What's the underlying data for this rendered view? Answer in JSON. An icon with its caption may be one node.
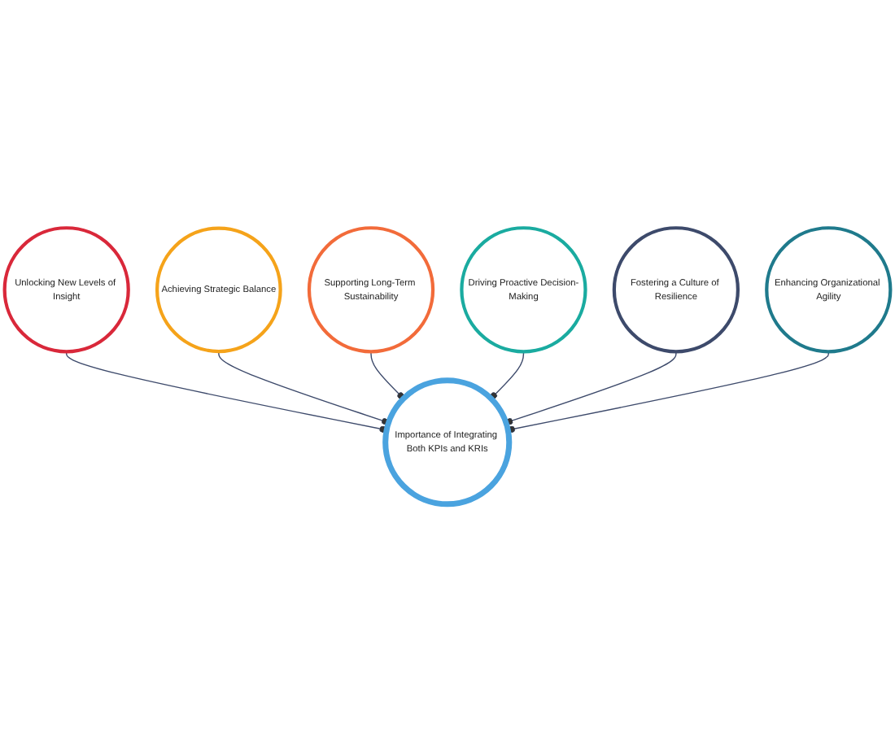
{
  "diagram": {
    "nodes": [
      {
        "text": [
          "Importance of Integrating Both KPIs and KRIs"
        ]
      },
      {
        "text": [
          "Unlocking New Levels of Insight"
        ]
      },
      {
        "text": [
          "Achieving Strategic Balance"
        ]
      },
      {
        "text": [
          "Supporting Long-Term Sustainability"
        ]
      },
      {
        "text": [
          "Driving Proactive Decision-Making"
        ]
      },
      {
        "text": [
          "Fostering a Culture of Resilience"
        ]
      },
      {
        "text": [
          "Enhancing Organizational Agility"
        ]
      }
    ],
    "edges": [
      {
        "from": 1,
        "to": 0,
        "arrow": "other"
      },
      {
        "from": 2,
        "to": 0,
        "arrow": "other"
      },
      {
        "from": 3,
        "to": 0,
        "arrow": "other"
      },
      {
        "from": 4,
        "to": 0,
        "arrow": "other"
      },
      {
        "from": 5,
        "to": 0,
        "arrow": "other"
      },
      {
        "from": 6,
        "to": 0,
        "arrow": "other"
      }
    ]
  }
}
